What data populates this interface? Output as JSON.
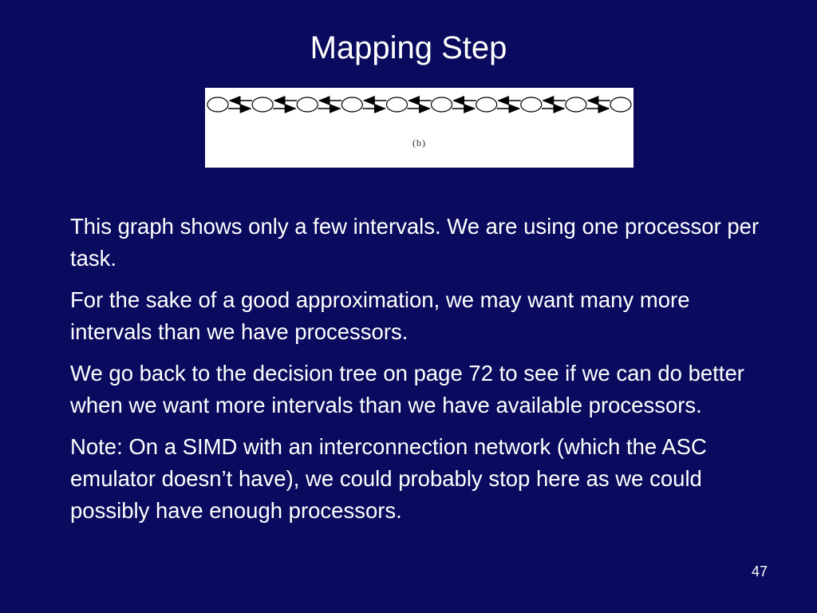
{
  "slide": {
    "title": "Mapping Step",
    "figure": {
      "caption": "(b)",
      "node_count": 10
    },
    "paragraphs": [
      "This graph shows only a few intervals. We are using one processor per task.",
      "For the sake of a good approximation, we may want many more intervals than we have processors.",
      "We go back to the decision tree on page 72 to see if we can do better when we want more intervals than we have available processors.",
      "Note: On a SIMD with an interconnection network (which the ASC emulator doesn’t have), we could probably stop here as we could possibly have enough processors."
    ],
    "page_number": "47"
  },
  "colors": {
    "background": "#0a0a5e",
    "text": "#ffffff",
    "figure_background": "#ffffff",
    "figure_ink": "#000000"
  }
}
